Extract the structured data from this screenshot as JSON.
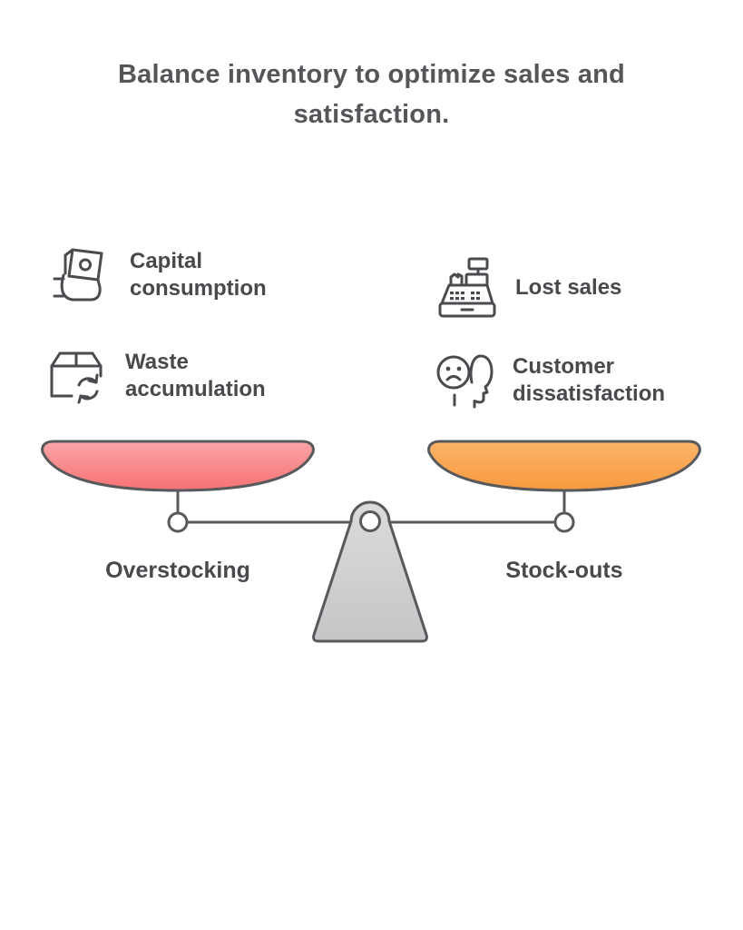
{
  "title": "Balance inventory to optimize sales and satisfaction.",
  "left_side": {
    "pan_label": "Overstocking",
    "factors": [
      {
        "icon": "money-in-hand-icon",
        "label": "Capital consumption"
      },
      {
        "icon": "box-recycle-icon",
        "label": "Waste accumulation"
      }
    ]
  },
  "right_side": {
    "pan_label": "Stock-outs",
    "factors": [
      {
        "icon": "cash-register-icon",
        "label": "Lost sales"
      },
      {
        "icon": "dissatisfied-customer-icon",
        "label": "Customer dissatisfaction"
      }
    ]
  },
  "colors": {
    "left_pan_top": "#FAA5A7",
    "left_pan_bottom": "#F87173",
    "right_pan_top": "#FBB469",
    "right_pan_bottom": "#F8993E",
    "fulcrum_top": "#DBDBDB",
    "fulcrum_bottom": "#C6C6C8",
    "outline": "#58595C",
    "text_dark": "#49494D"
  }
}
